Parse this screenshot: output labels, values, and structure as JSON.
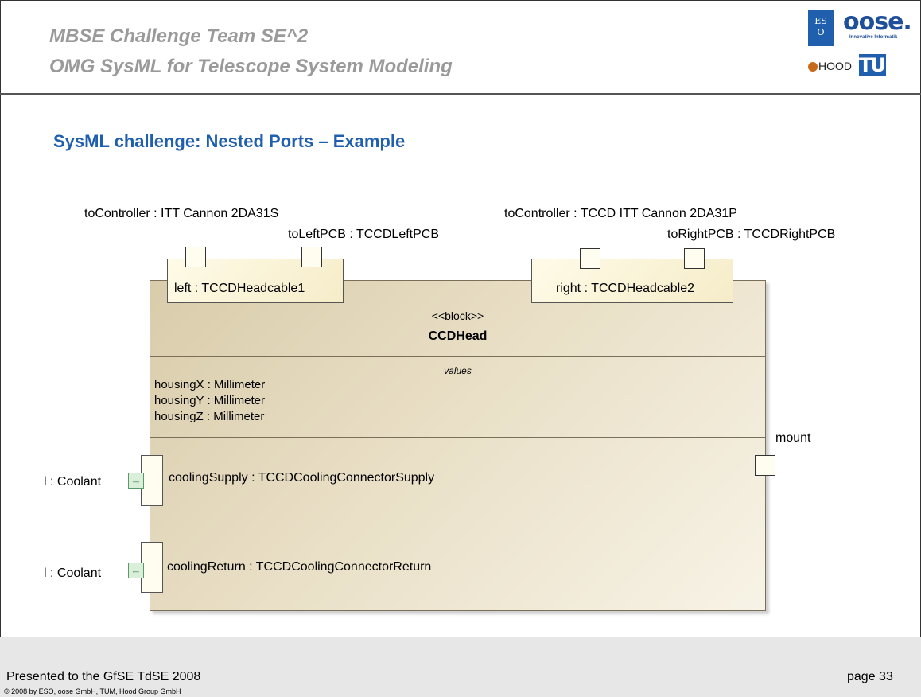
{
  "header": {
    "title_line1": "MBSE Challenge Team SE^2",
    "title_line2": "OMG SysML for Telescope System Modeling",
    "logo_eso": "ES\nO",
    "logo_oose": "oose.",
    "logo_oose_sub": "Innovative Informatik",
    "logo_hood": "HOOD",
    "logo_tum": "TUM"
  },
  "slide_title": "SysML challenge: Nested Ports – Example",
  "diagram": {
    "left_connector_label": "toController : ITT Cannon 2DA31S",
    "left_pcb_label": "toLeftPCB : TCCDLeftPCB",
    "left_port_name": "left : TCCDHeadcable1",
    "right_connector_label": "toController : TCCD ITT Cannon 2DA31P",
    "right_pcb_label": "toRightPCB : TCCDRightPCB",
    "right_port_name": "right : TCCDHeadcable2",
    "block_stereotype": "<<block>>",
    "block_name": "CCDHead",
    "values_compartment": "values",
    "values": [
      "housingX : Millimeter",
      "housingY : Millimeter",
      "housingZ : Millimeter"
    ],
    "mount_label": "mount",
    "cooling_supply_label": "coolingSupply : TCCDCoolingConnectorSupply",
    "cooling_return_label": "coolingReturn : TCCDCoolingConnectorReturn",
    "coolant_in_label": "l : Coolant",
    "coolant_out_label": "l : Coolant",
    "arrow_in_glyph": "→",
    "arrow_out_glyph": "←"
  },
  "footer": {
    "presented": "Presented to the GfSE TdSE 2008",
    "copyright": "© 2008 by ESO, oose GmbH, TUM, Hood Group GmbH",
    "page": "page 33"
  }
}
